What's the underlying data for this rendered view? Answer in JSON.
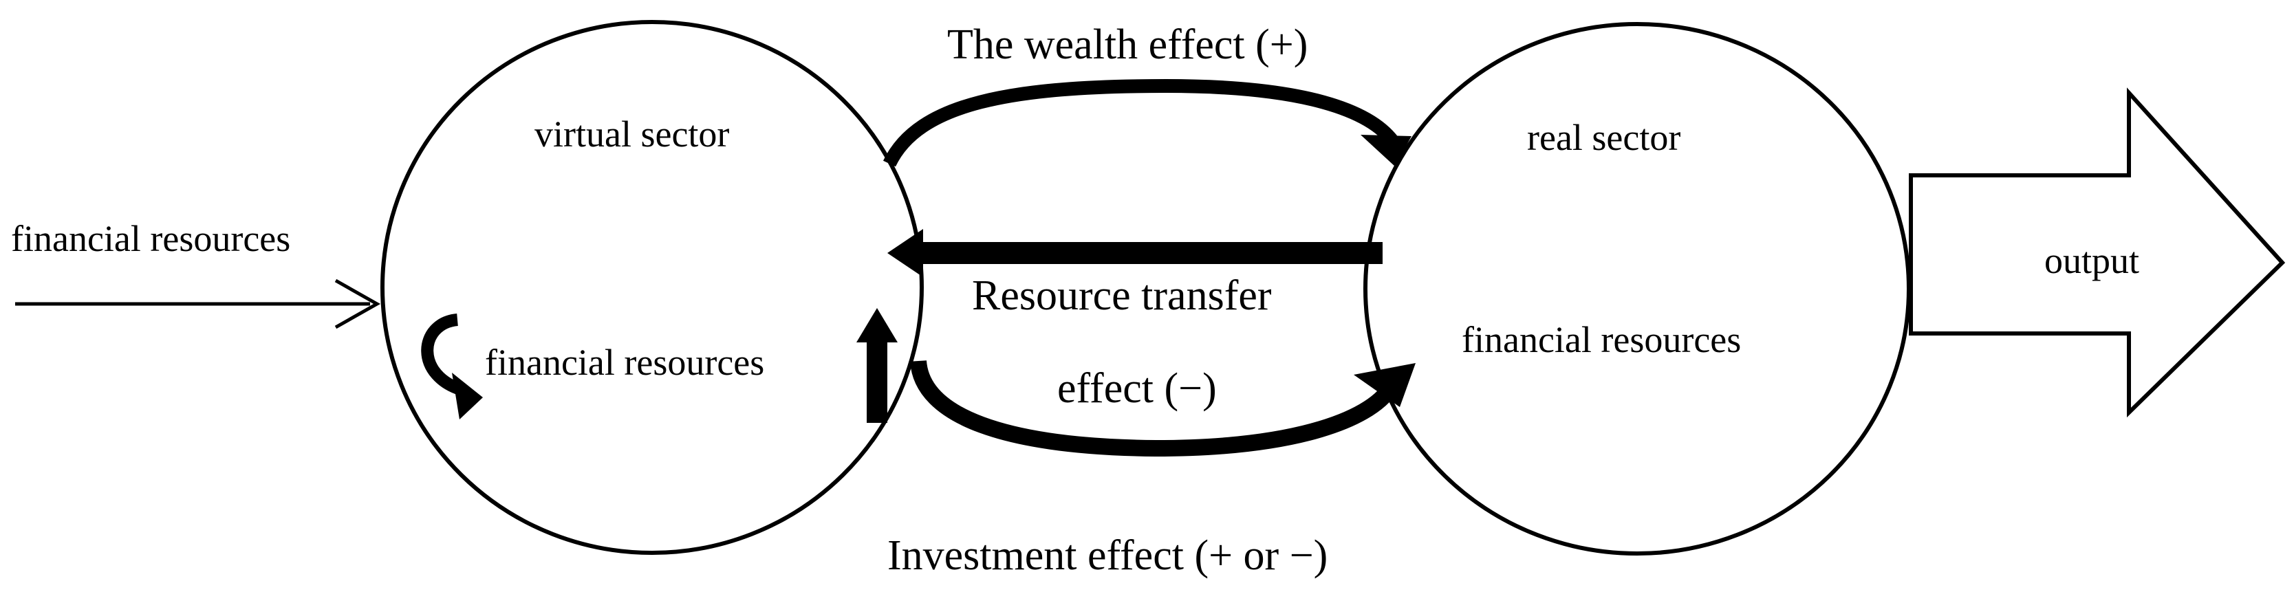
{
  "diagram": {
    "labels": {
      "financial_resources_input": "financial resources",
      "virtual_sector": "virtual sector",
      "virtual_financial_resources": "financial resources",
      "real_sector": "real sector",
      "real_financial_resources": "financial resources",
      "output": "output",
      "wealth_effect": "The wealth effect (+)",
      "resource_transfer_line1": "Resource transfer",
      "resource_transfer_line2": "effect (−)",
      "investment_effect": "Investment effect (+ or −)"
    },
    "colors": {
      "stroke": "#000000",
      "background": "#ffffff"
    }
  }
}
